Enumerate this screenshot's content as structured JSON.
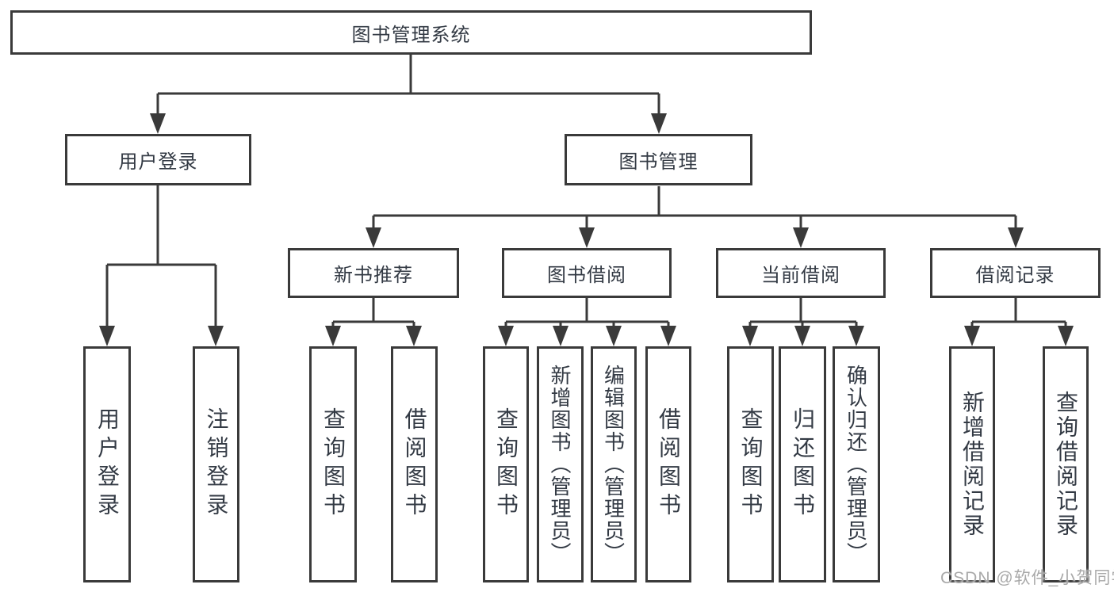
{
  "diagram": {
    "root": {
      "label": "图书管理系统"
    },
    "level1": [
      {
        "label": "用户登录"
      },
      {
        "label": "图书管理"
      }
    ],
    "level2": [
      {
        "label": "新书推荐"
      },
      {
        "label": "图书借阅"
      },
      {
        "label": "当前借阅"
      },
      {
        "label": "借阅记录"
      }
    ],
    "leaves": {
      "user": [
        "用户登录",
        "注销登录"
      ],
      "recommend": [
        "查询图书",
        "借阅图书"
      ],
      "borrow": [
        "查询图书",
        "新增图书（管理员）",
        "编辑图书（管理员）",
        "借阅图书"
      ],
      "current": [
        "查询图书",
        "归还图书",
        "确认归还（管理员）"
      ],
      "records": [
        "新增借阅记录",
        "查询借阅记录"
      ]
    }
  },
  "watermark": {
    "text": "CSDN @软件_小贺同学"
  },
  "colors": {
    "line": "#3a3a3a",
    "box_border": "#3a3a3a",
    "text": "#333a44",
    "watermark_text": "#a9a9a9",
    "background": "#ffffff"
  }
}
